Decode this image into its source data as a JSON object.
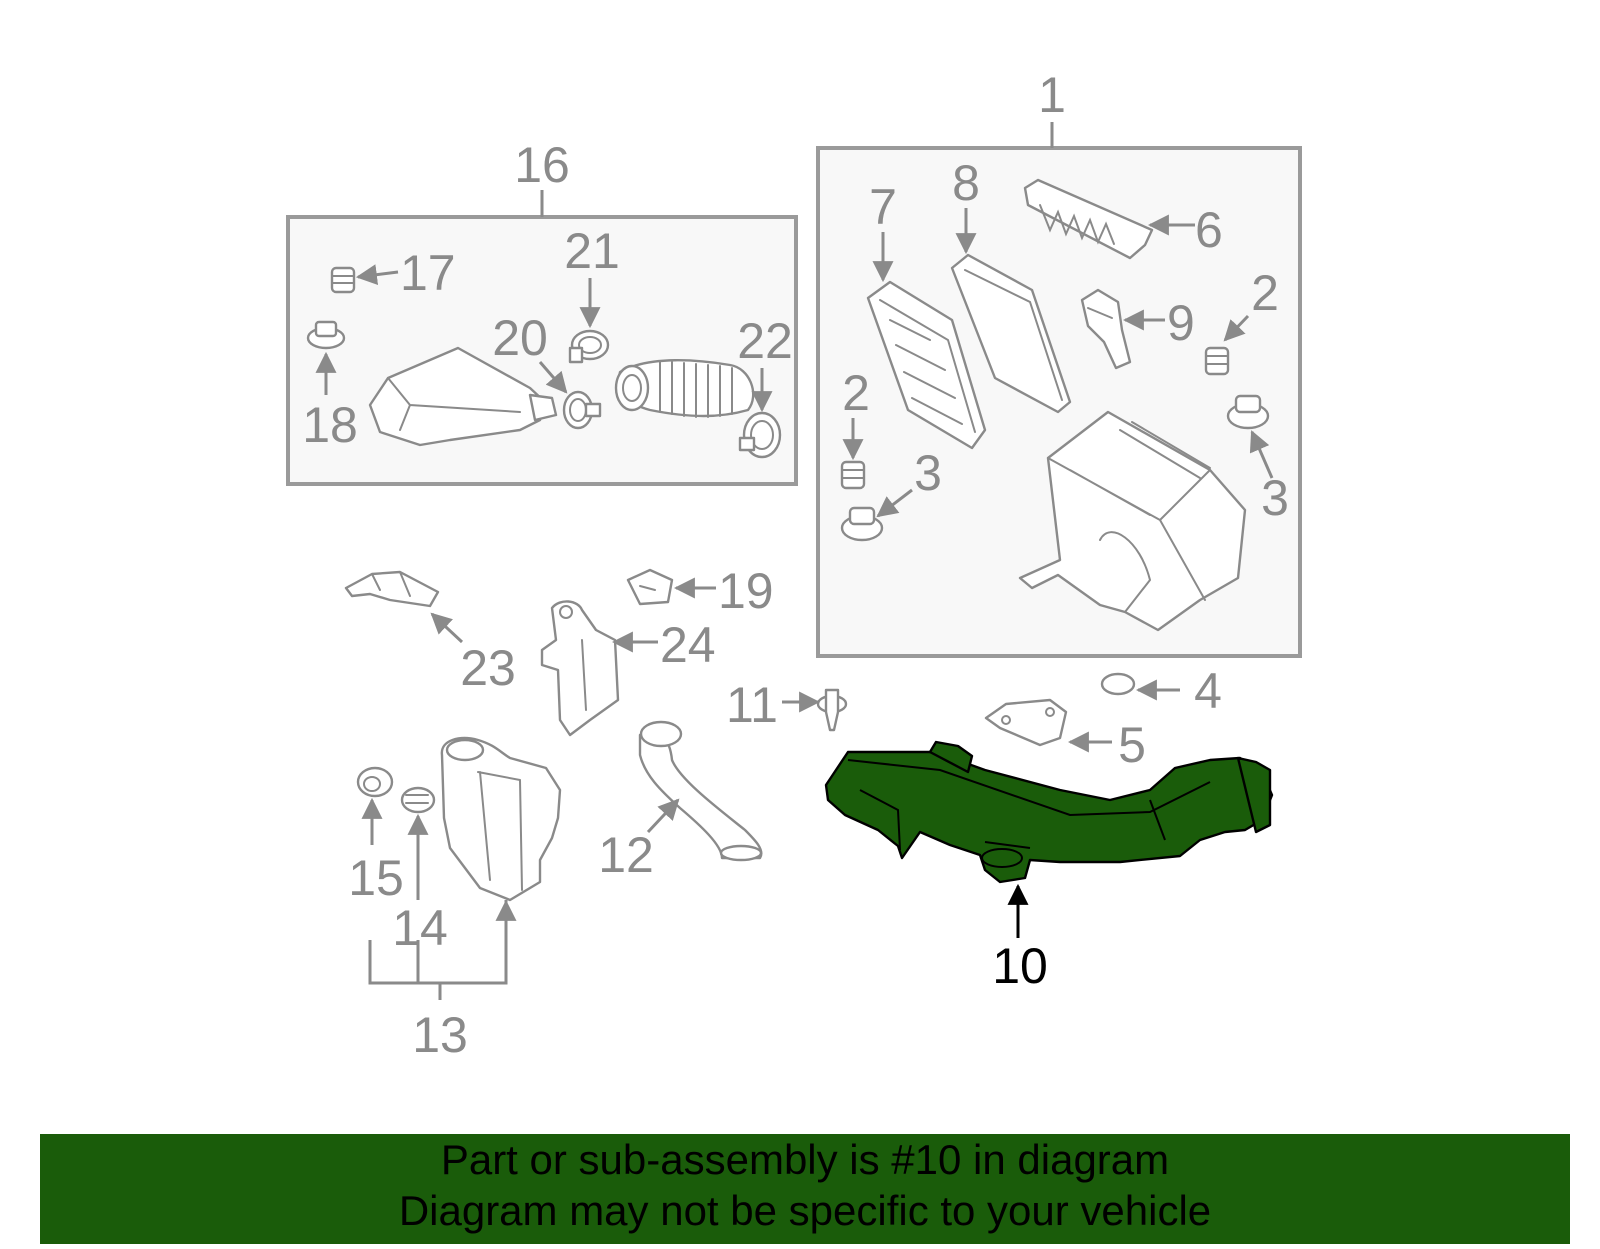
{
  "diagram": {
    "highlight_color": "#1a5c0a",
    "line_color": "#8a8a8a",
    "highlighted_part": "10",
    "callouts": {
      "c1": "1",
      "c2a": "2",
      "c2b": "2",
      "c3a": "3",
      "c3b": "3",
      "c4": "4",
      "c5": "5",
      "c6": "6",
      "c7": "7",
      "c8": "8",
      "c9": "9",
      "c10": "10",
      "c11": "11",
      "c12": "12",
      "c13": "13",
      "c14": "14",
      "c15": "15",
      "c16": "16",
      "c17": "17",
      "c18": "18",
      "c19": "19",
      "c20": "20",
      "c21": "21",
      "c22": "22",
      "c23": "23",
      "c24": "24"
    }
  },
  "banner": {
    "background": "#1a5c0a",
    "line1": "Part or sub-assembly is #10 in diagram",
    "line2": "Diagram may not be specific to your vehicle"
  }
}
